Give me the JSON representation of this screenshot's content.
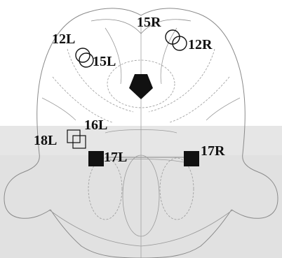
{
  "labels": {
    "l15R": "15R",
    "l12L": "12L",
    "l12R": "12R",
    "l15L": "15L",
    "l16L": "16L",
    "l18L": "18L",
    "l17L": "17L",
    "l17R": "17R"
  },
  "colors": {
    "outline": "#8a8a8a",
    "dashed": "#9a9a9a",
    "marker": "#111111",
    "overlay": "#d9d9d9"
  }
}
